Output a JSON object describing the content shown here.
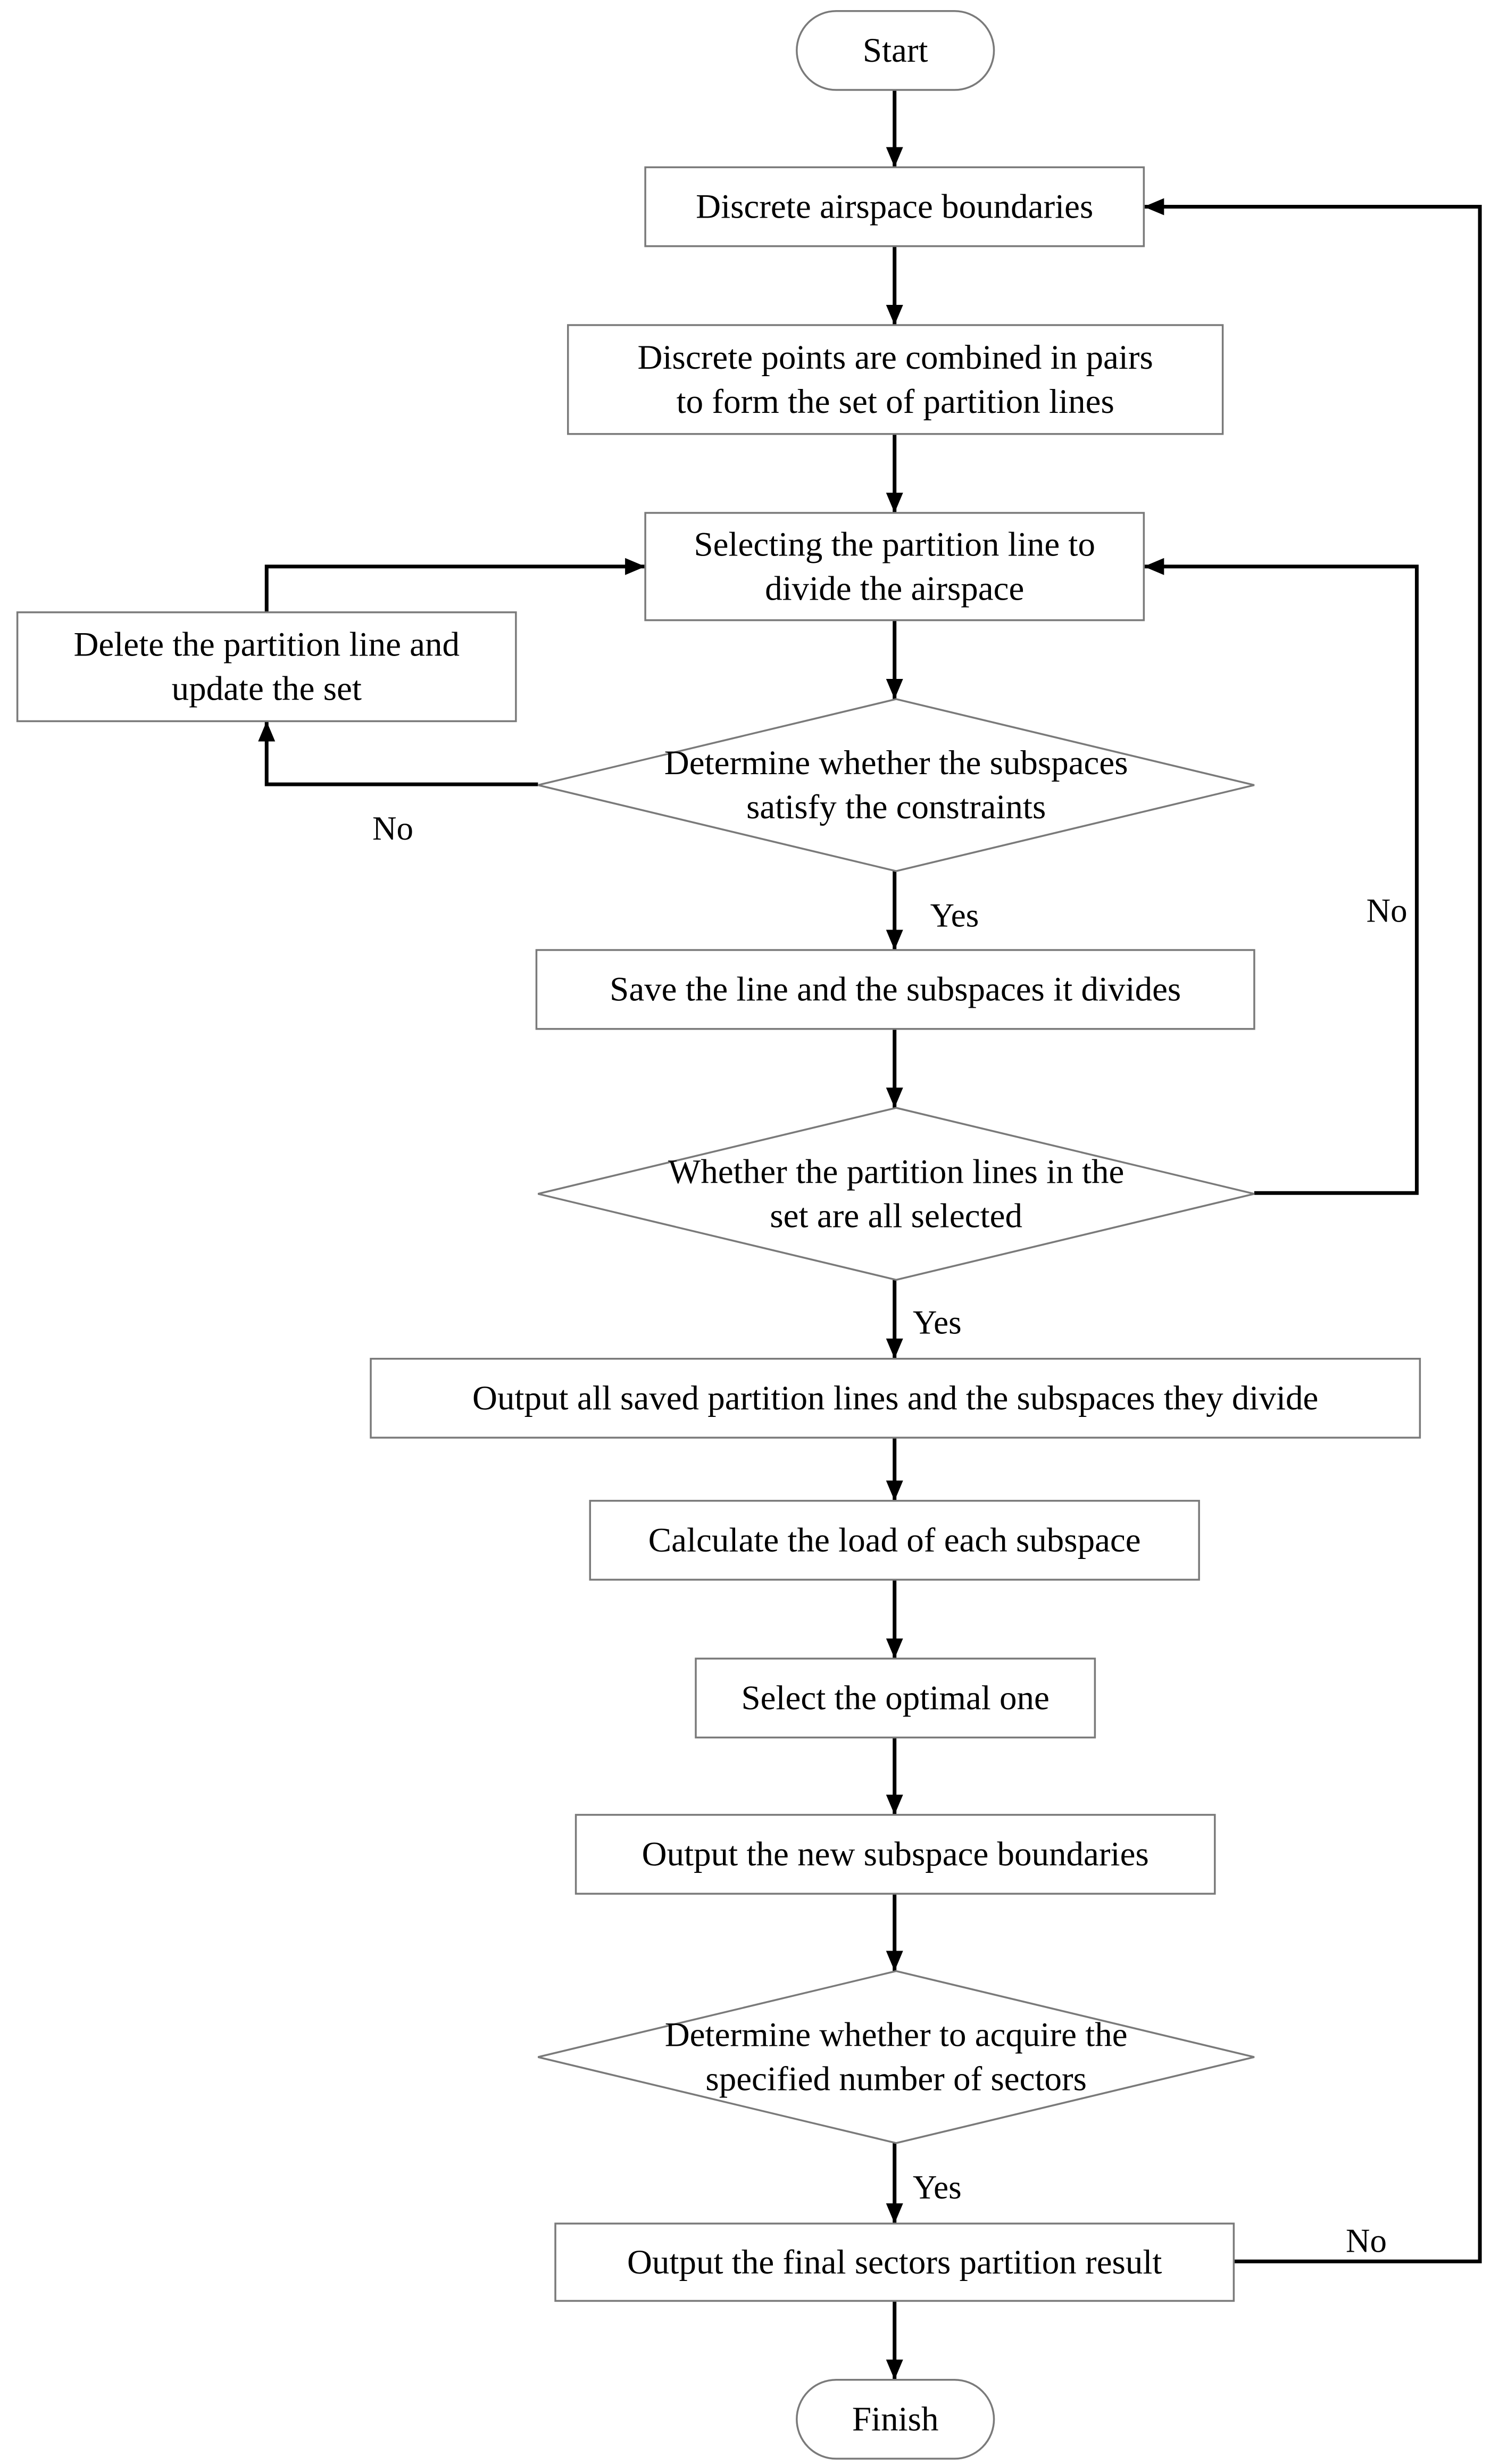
{
  "nodes": {
    "start": {
      "shape": "terminal",
      "lines": [
        "Start"
      ]
    },
    "discretize": {
      "shape": "process",
      "lines": [
        "Discrete airspace boundaries"
      ]
    },
    "combine_pairs": {
      "shape": "process",
      "lines": [
        "Discrete points are combined in pairs",
        "to form the set of partition lines"
      ]
    },
    "select_line": {
      "shape": "process",
      "lines": [
        "Selecting the partition line to",
        "divide the airspace"
      ]
    },
    "delete_line": {
      "shape": "process",
      "lines": [
        "Delete the partition line and",
        "update the set"
      ]
    },
    "check_constraints": {
      "shape": "decision",
      "lines": [
        "Determine whether the subspaces",
        "satisfy the constraints"
      ]
    },
    "save_line": {
      "shape": "process",
      "lines": [
        "Save the line and the subspaces it divides"
      ]
    },
    "check_all_selected": {
      "shape": "decision",
      "lines": [
        "Whether the partition lines in the",
        "set are all selected"
      ]
    },
    "output_saved": {
      "shape": "process",
      "lines": [
        "Output all saved partition lines and the subspaces they divide"
      ]
    },
    "calc_load": {
      "shape": "process",
      "lines": [
        "Calculate the load of each subspace"
      ]
    },
    "select_optimal": {
      "shape": "process",
      "lines": [
        "Select the optimal one"
      ]
    },
    "output_boundaries": {
      "shape": "process",
      "lines": [
        "Output the new subspace boundaries"
      ]
    },
    "check_sector_count": {
      "shape": "decision",
      "lines": [
        "Determine whether to acquire the",
        "specified number of sectors"
      ]
    },
    "output_final": {
      "shape": "process",
      "lines": [
        "Output the final sectors partition result"
      ]
    },
    "finish": {
      "shape": "terminal",
      "lines": [
        "Finish"
      ]
    }
  },
  "edges": {
    "e_start_discretize": {
      "from": "start",
      "to": "discretize",
      "label": ""
    },
    "e_discretize_combine": {
      "from": "discretize",
      "to": "combine_pairs",
      "label": ""
    },
    "e_combine_select": {
      "from": "combine_pairs",
      "to": "select_line",
      "label": ""
    },
    "e_select_check": {
      "from": "select_line",
      "to": "check_constraints",
      "label": ""
    },
    "e_check_no_delete": {
      "from": "check_constraints",
      "to": "delete_line",
      "label": "No"
    },
    "e_delete_select": {
      "from": "delete_line",
      "to": "select_line",
      "label": ""
    },
    "e_check_yes_save": {
      "from": "check_constraints",
      "to": "save_line",
      "label": "Yes"
    },
    "e_save_checkall": {
      "from": "save_line",
      "to": "check_all_selected",
      "label": ""
    },
    "e_checkall_no_select": {
      "from": "check_all_selected",
      "to": "select_line",
      "label": "No"
    },
    "e_checkall_yes_output": {
      "from": "check_all_selected",
      "to": "output_saved",
      "label": "Yes"
    },
    "e_output_calc": {
      "from": "output_saved",
      "to": "calc_load",
      "label": ""
    },
    "e_calc_optimal": {
      "from": "calc_load",
      "to": "select_optimal",
      "label": ""
    },
    "e_optimal_boundaries": {
      "from": "select_optimal",
      "to": "output_boundaries",
      "label": ""
    },
    "e_boundaries_sectorcheck": {
      "from": "output_boundaries",
      "to": "check_sector_count",
      "label": ""
    },
    "e_sectorcheck_yes_final": {
      "from": "check_sector_count",
      "to": "output_final",
      "label": "Yes"
    },
    "e_final_no_discretize": {
      "from": "output_final",
      "to": "discretize",
      "label": "No"
    },
    "e_final_finish": {
      "from": "output_final",
      "to": "finish",
      "label": ""
    }
  }
}
